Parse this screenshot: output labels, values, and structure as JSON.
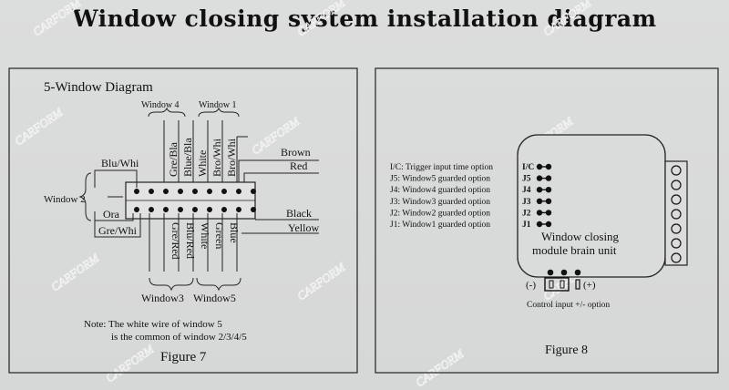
{
  "title": "Window closing system installation diagram",
  "watermark": "CARFORM",
  "figure7": {
    "heading": "5-Window Diagram",
    "caption": "Figure 7",
    "note_line1": "Note: The white wire of window 5",
    "note_line2": "is the common of window 2/3/4/5",
    "labels": {
      "window4": "Window 4",
      "window1": "Window 1",
      "window2": "Window 2",
      "window3": "Window3",
      "window5": "Window5",
      "blu_whi": "Blu/Whi",
      "ora": "Ora",
      "gre_whi": "Gre/Whi",
      "brown": "Brown",
      "red": "Red",
      "black": "Black",
      "yellow": "Yellow"
    },
    "top_wires": [
      "Gre/Bla",
      "Blue/Bla",
      "White",
      "Bro/Whi",
      "Bro/Whi"
    ],
    "bottom_wires": [
      "Gre/Red",
      "Blu/Red",
      "White",
      "Green",
      "Blue"
    ]
  },
  "figure8": {
    "caption": "Figure 8",
    "options": [
      {
        "text": "I/C: Trigger input time option",
        "pin": "I/C"
      },
      {
        "text": "J5: Window5 guarded option",
        "pin": "J5"
      },
      {
        "text": "J4: Window4 guarded option",
        "pin": "J4"
      },
      {
        "text": "J3: Window3 guarded option",
        "pin": "J3"
      },
      {
        "text": "J2: Window2 guarded option",
        "pin": "J2"
      },
      {
        "text": "J1: Window1 guarded option",
        "pin": "J1"
      }
    ],
    "module_line1": "Window closing",
    "module_line2": "module brain unit",
    "minus": "(-)",
    "plus": "(+)",
    "control_label": "Control input  +/-  option"
  }
}
